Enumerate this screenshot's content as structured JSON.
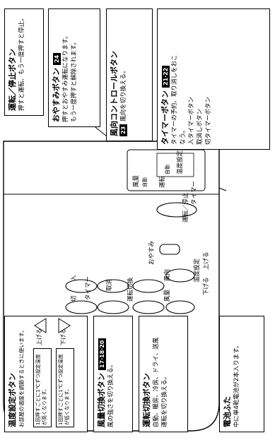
{
  "boxes": {
    "start_stop": {
      "title": "運転／停止ボタン",
      "lines": [
        "押すと運転、もう一度押すと停止。"
      ]
    },
    "sleep": {
      "title": "おやすみボタン",
      "badge": "24",
      "lines": [
        "押すとおやすみ運転になります。",
        "もう一度押すと解除されます。"
      ]
    },
    "direction": {
      "title": "風向コントロールボタン",
      "badge": "23",
      "lines": [
        "風向を切り換える。"
      ]
    },
    "timer": {
      "title": "タイマーボタン",
      "badge": "21·22",
      "lines": [
        "タイマーの予約、取り消しをおこ",
        "なう。",
        "入タイマーボタン",
        "取消しボタン",
        "切タイマーボタン"
      ]
    },
    "temp": {
      "title": "温度設定ボタン",
      "lines": [
        "お部屋の温度を調節するときに使います。"
      ],
      "sub1": "1回押すごとに1℃ずつ設定温度が高くなります。",
      "sub2": "1回押すごとに1℃ずつ設定温度が低くなります。",
      "up_label": "上げる",
      "down_label": "下げる"
    },
    "fan": {
      "title": "風量切換ボタン",
      "badge": "17·18·20",
      "lines": [
        "風の強さを切り換える。"
      ]
    },
    "mode": {
      "title": "運転切換ボタン",
      "lines": [
        "自動、暖房、冷房、ドライ、送風",
        "運転を切り換える。"
      ]
    },
    "battery": {
      "title": "電池ふた",
      "lines": [
        "中に単4乾電池が2本入ります。"
      ]
    }
  },
  "remote": {
    "display_temp": "温度設定",
    "display_auto": "自動",
    "display_mode": "自動",
    "display_fan": "風量",
    "display_run": "運転",
    "display_timer": "タイマー",
    "display_run_stop": "運転／停止",
    "btn_sleep": "おやすみ",
    "btn_up": "上げる",
    "btn_down": "下げる",
    "btn_temp": "温度設定",
    "btn_dir": "風向",
    "btn_fan": "風量",
    "btn_mode": "運転切換",
    "btn_on": "入",
    "btn_off": "切",
    "btn_cancel": "取消",
    "btn_timer": "タイマー"
  }
}
